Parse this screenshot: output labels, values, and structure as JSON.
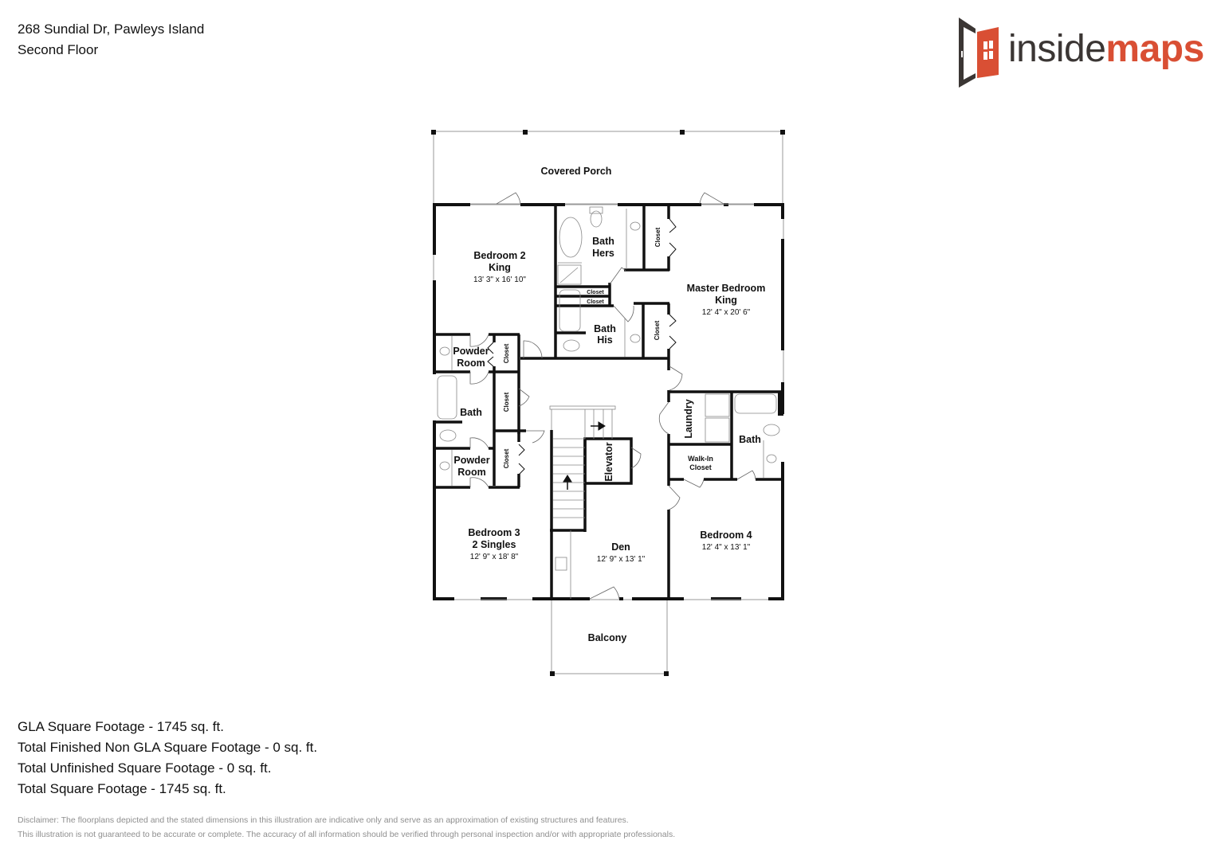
{
  "header": {
    "address": "268 Sundial Dr, Pawleys Island",
    "floor": "Second Floor"
  },
  "logo": {
    "text_light": "inside",
    "text_bold": "maps",
    "icon": "open-door-icon",
    "colors": {
      "dark": "#3b3634",
      "accent": "#d94f34"
    }
  },
  "floorplan": {
    "rooms": {
      "covered_porch": {
        "label": "Covered Porch"
      },
      "bedroom2": {
        "label1": "Bedroom 2",
        "label2": "King",
        "dims": "13' 3\" x 16' 10\""
      },
      "bath_hers": {
        "label1": "Bath",
        "label2": "Hers"
      },
      "closet_hers": {
        "label": "Closet"
      },
      "master": {
        "label1": "Master Bedroom",
        "label2": "King",
        "dims": "12' 4\" x 20' 6\""
      },
      "closet_small1": {
        "label": "Closet"
      },
      "closet_small2": {
        "label": "Closet"
      },
      "bath_his": {
        "label1": "Bath",
        "label2": "His"
      },
      "closet_his": {
        "label": "Closet"
      },
      "powder1": {
        "label1": "Powder",
        "label2": "Room"
      },
      "closet_p1": {
        "label": "Closet"
      },
      "bath_left": {
        "label": "Bath"
      },
      "closet_mid": {
        "label": "Closet"
      },
      "powder2": {
        "label1": "Powder",
        "label2": "Room"
      },
      "closet_p2": {
        "label": "Closet"
      },
      "elevator": {
        "label": "Elevator"
      },
      "laundry": {
        "label": "Laundry"
      },
      "bath_right": {
        "label": "Bath"
      },
      "walkin": {
        "label1": "Walk-In",
        "label2": "Closet"
      },
      "bedroom3": {
        "label1": "Bedroom 3",
        "label2": "2 Singles",
        "dims": "12' 9\" x 18' 8\""
      },
      "den": {
        "label": "Den",
        "dims": "12' 9\" x 13' 1\""
      },
      "bedroom4": {
        "label": "Bedroom 4",
        "dims": "12' 4\" x 13' 1\""
      },
      "balcony": {
        "label": "Balcony"
      }
    }
  },
  "stats": {
    "gla": "GLA Square Footage - 1745 sq. ft.",
    "finished_non_gla": "Total Finished Non GLA Square Footage - 0 sq. ft.",
    "unfinished": "Total Unfinished Square Footage - 0 sq. ft.",
    "total": "Total Square Footage - 1745 sq. ft."
  },
  "disclaimer": {
    "line1": "Disclaimer: The floorplans depicted and the stated dimensions in this illustration are indicative only and serve as an approximation of existing structures and features.",
    "line2": "This illustration is not guaranteed to be accurate or complete. The accuracy of all information should be verified through personal inspection and/or with appropriate professionals."
  }
}
